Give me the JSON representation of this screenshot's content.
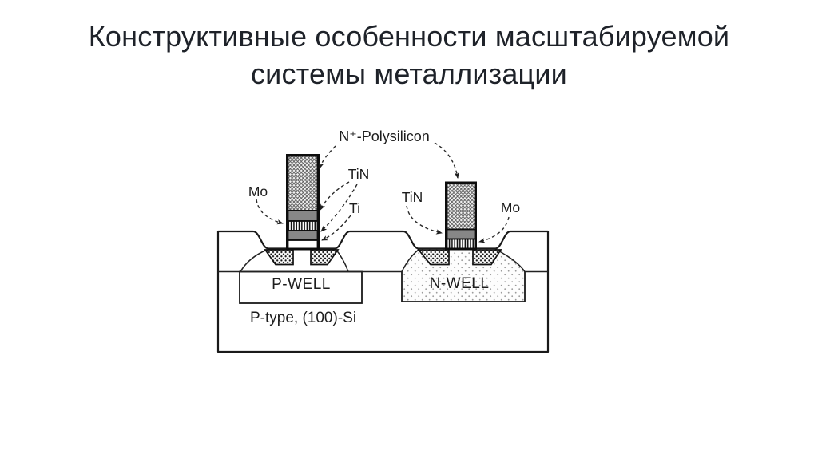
{
  "slide": {
    "title_line1": "Конструктивные особенности масштабируемой",
    "title_line2": "системы металлизации",
    "background": "#ffffff",
    "title_color": "#1e2229"
  },
  "diagram": {
    "labels": {
      "polysilicon": "N⁺-Polysilicon",
      "tin_left": "TiN",
      "ti": "Ti",
      "mo_left": "Mo",
      "tin_right": "TiN",
      "mo_right": "Mo",
      "p_well": "P-WELL",
      "n_well": "N-WELL",
      "substrate": "P-type, (100)-Si"
    },
    "left_gate_stack_layers": [
      "N⁺-Polysilicon",
      "TiN",
      "Mo",
      "TiN",
      "Ti"
    ],
    "right_gate_stack_layers": [
      "N⁺-Polysilicon",
      "TiN",
      "Mo"
    ],
    "colors": {
      "outline": "#1a1a1a",
      "tin_band": "#878787",
      "label_text": "#1d1d1d"
    }
  }
}
